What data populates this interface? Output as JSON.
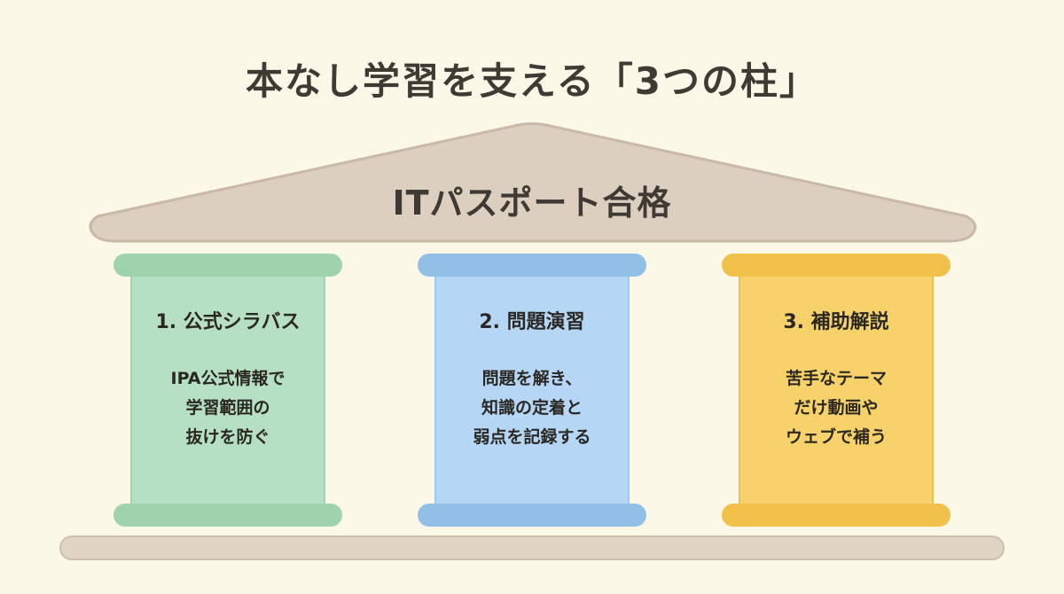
{
  "title": "本なし学習を支える「3つの柱」",
  "roof": {
    "label": "ITパスポート合格"
  },
  "pillars": [
    {
      "heading": "1. 公式シラバス",
      "lines": [
        "IPA公式情報で",
        "学習範囲の",
        "抜けを防ぐ"
      ],
      "color": "#b6e0c3",
      "cap_color": "#9ed3ad"
    },
    {
      "heading": "2. 問題演習",
      "lines": [
        "問題を解き、",
        "知識の定着と",
        "弱点を記録する"
      ],
      "color": "#b5d7f5",
      "cap_color": "#92bfe6"
    },
    {
      "heading": "3. 補助解説",
      "lines": [
        "苦手なテーマ",
        "だけ動画や",
        "ウェブで補う"
      ],
      "color": "#f7d26a",
      "cap_color": "#f2c14b"
    }
  ],
  "colors": {
    "background": "#fcf8e8",
    "roof": "#dccfbf",
    "roof_stroke": "#c9b9a6",
    "base": "#e0d4c4"
  }
}
